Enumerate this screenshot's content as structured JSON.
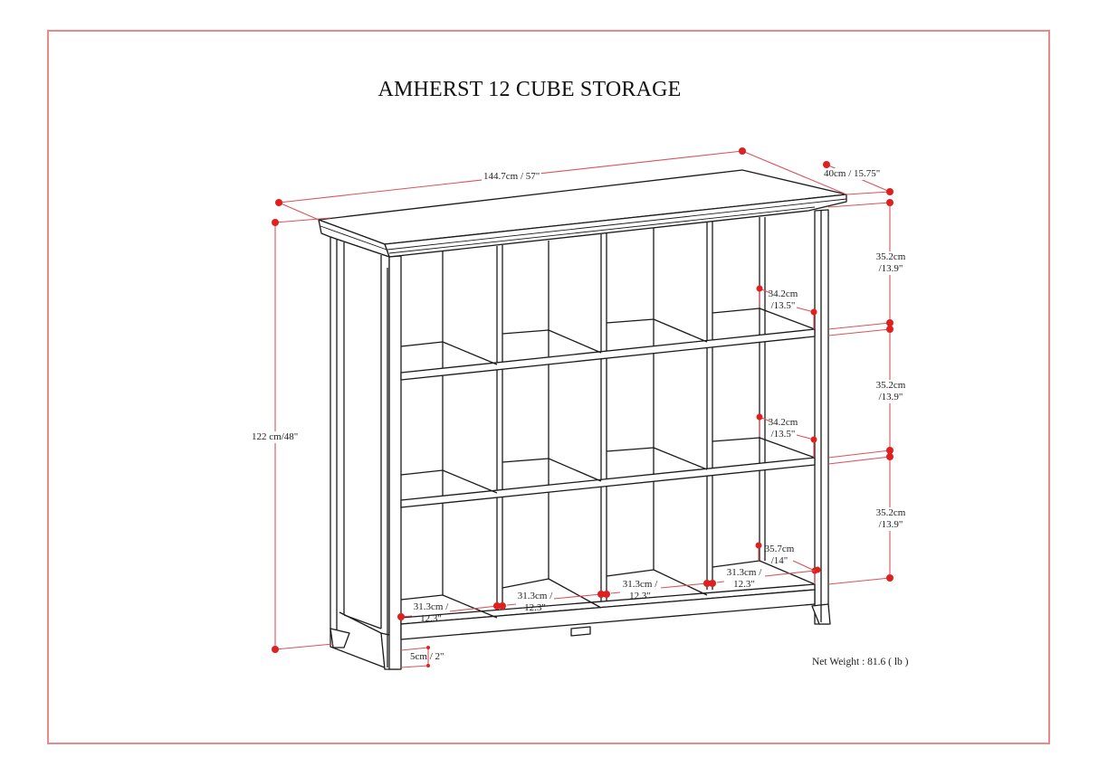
{
  "title": "AMHERST 12 CUBE STORAGE",
  "dimensions": {
    "width": "144.7cm / 57\"",
    "depth": "40cm / 15.75\"",
    "height": "122 cm/48\"",
    "cube_heights": [
      {
        "cm": "35.2cm",
        "in": "/13.9\""
      },
      {
        "cm": "35.2cm",
        "in": "/13.9\""
      },
      {
        "cm": "35.2cm",
        "in": "/13.9\""
      }
    ],
    "cube_depths": [
      {
        "cm": "34.2cm",
        "in": "/13.5\""
      },
      {
        "cm": "34.2cm",
        "in": "/13.5\""
      },
      {
        "cm": "35.7cm",
        "in": "/14\""
      }
    ],
    "cube_widths": [
      {
        "cm": "31.3cm /",
        "in": "12.3\""
      },
      {
        "cm": "31.3cm /",
        "in": "12.3\""
      },
      {
        "cm": "31.3cm /",
        "in": "12.3\""
      },
      {
        "cm": "31.3cm /",
        "in": "12.3\""
      }
    ],
    "leg_height": "5cm / 2\""
  },
  "net_weight": "Net Weight : 81.6 ( lb )",
  "colors": {
    "frame": "#e88a8a",
    "dimension_line": "#d9535a",
    "dimension_dot": "#e0201f",
    "drawing_line": "#1a1a1a"
  }
}
